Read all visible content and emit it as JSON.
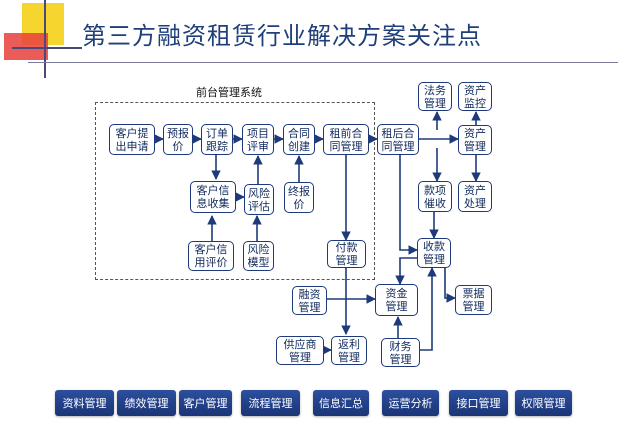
{
  "title": "第三方融资租赁行业解决方案关注点",
  "group_label": "前台管理系统",
  "nodes": {
    "customer_apply": "客户提\n出申请",
    "pre_quote": "预报\n价",
    "order_track": "订单\n跟踪",
    "project_review": "项目\n评审",
    "contract_create": "合同\n创建",
    "pre_lease_mgmt": "租前合\n同管理",
    "post_lease_mgmt": "租后合\n同管理",
    "customer_info": "客户信\n息收集",
    "risk_assess": "风险\n评估",
    "final_quote": "终报\n价",
    "credit_eval": "客户信\n用评价",
    "risk_model": "风险\n模型",
    "payment_mgmt": "付款\n管理",
    "legal_mgmt": "法务\n管理",
    "asset_monitor": "资产\n监控",
    "asset_mgmt": "资产\n管理",
    "collection": "款项\n催收",
    "asset_disposal": "资产\n处理",
    "receipt_mgmt": "收款\n管理",
    "financing_mgmt": "融资\n管理",
    "fund_mgmt": "资金\n管理",
    "bill_mgmt": "票据\n管理",
    "supplier_mgmt": "供应商\n管理",
    "rebate_mgmt": "返利\n管理",
    "finance_mgmt": "财务\n管理"
  },
  "modules": [
    "资料管理",
    "绩效管理",
    "客户管理",
    "流程管理",
    "信息汇总",
    "运营分析",
    "接口管理",
    "权限管理"
  ],
  "colors": {
    "title": "#1f3f7a",
    "box_border": "#1e3a7b",
    "arrow": "#1e3a7b",
    "button": "#24448c"
  }
}
